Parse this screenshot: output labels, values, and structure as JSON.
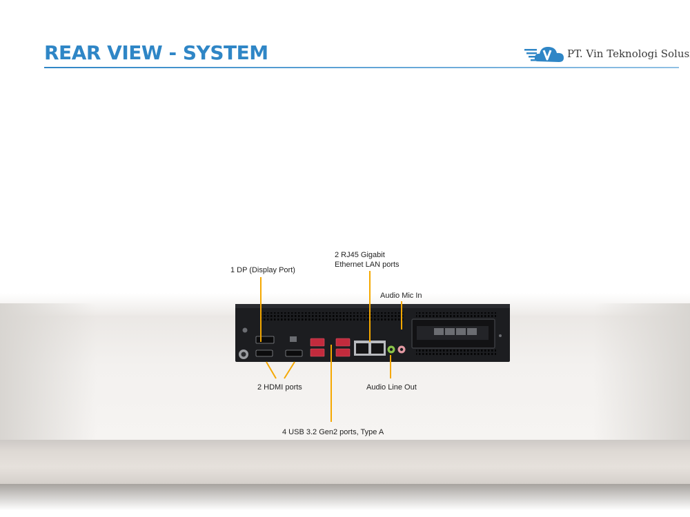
{
  "header": {
    "title": "REAR VIEW - SYSTEM",
    "company": "PT. Vin Teknologi Solusi"
  },
  "callouts": {
    "dp": "1 DP (Display Port)",
    "rj45_line1": "2 RJ45 Gigabit",
    "rj45_line2": "Ethernet LAN ports",
    "mic": "Audio Mic In",
    "hdmi": "2 HDMI ports",
    "line_out": "Audio Line Out",
    "usb": "4 USB 3.2 Gen2 ports, Type A"
  },
  "colors": {
    "title": "#2f86c6",
    "leader": "#f5a800",
    "usb_port": "#c22b3d",
    "line_out_jack": "#8bc34a",
    "mic_jack": "#e39aa3",
    "chassis": "#1c1d20"
  },
  "icons": [
    "cloud-v-logo-icon"
  ]
}
